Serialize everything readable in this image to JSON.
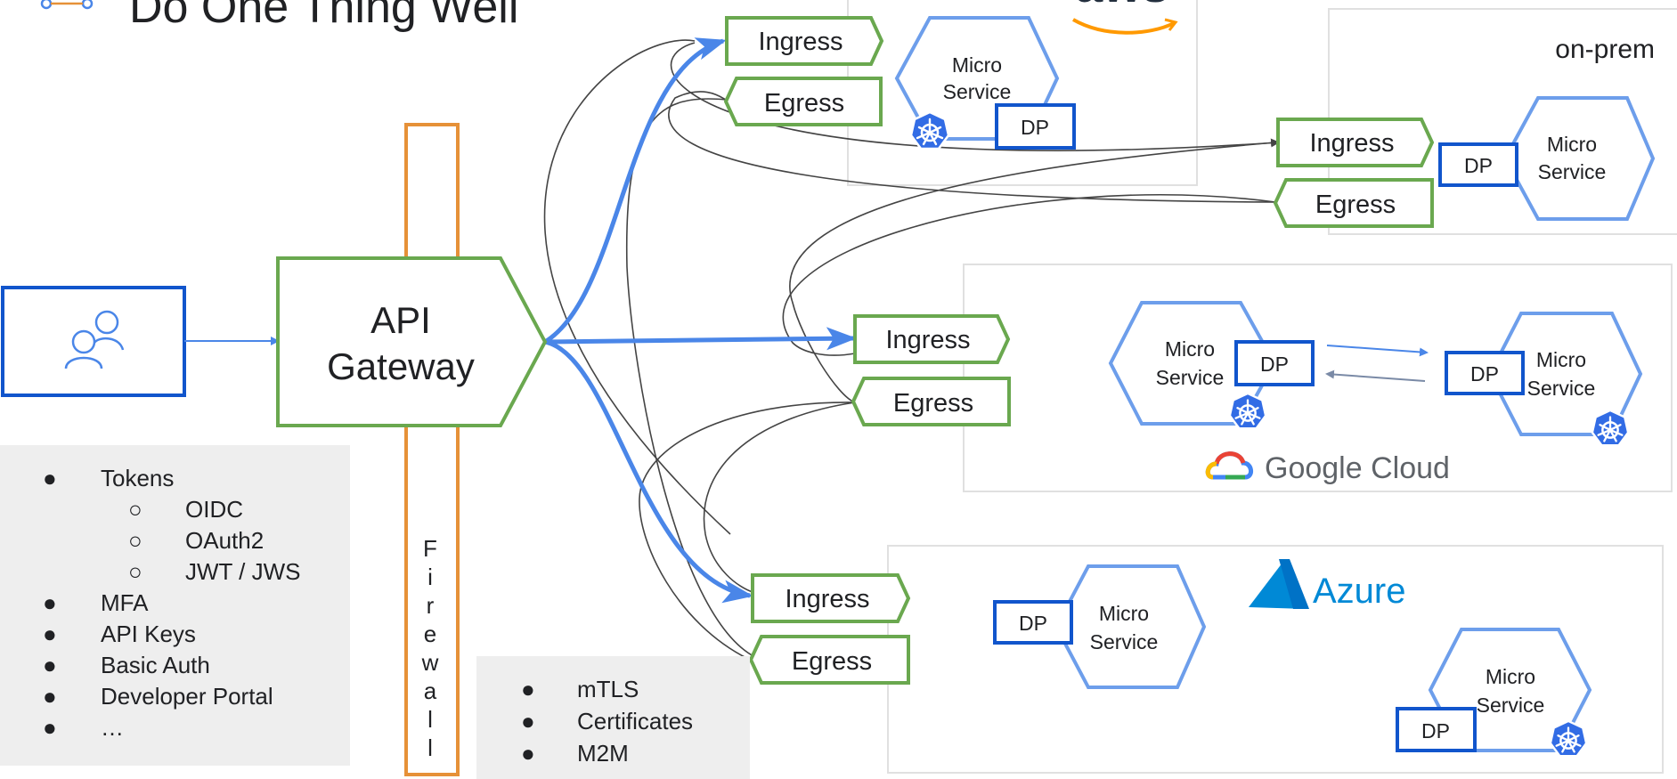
{
  "title": "Do One Thing Well",
  "gateway": {
    "line1": "API",
    "line2": "Gateway"
  },
  "firewall": {
    "letters": [
      "F",
      "i",
      "r",
      "e",
      "w",
      "a",
      "l",
      "l"
    ]
  },
  "auth_list": {
    "items": [
      {
        "text": "Tokens",
        "level": 0
      },
      {
        "text": "OIDC",
        "level": 1
      },
      {
        "text": "OAuth2",
        "level": 1
      },
      {
        "text": "JWT / JWS",
        "level": 1
      },
      {
        "text": "MFA",
        "level": 0
      },
      {
        "text": "API Keys",
        "level": 0
      },
      {
        "text": "Basic Auth",
        "level": 0
      },
      {
        "text": "Developer Portal",
        "level": 0
      },
      {
        "text": "…",
        "level": 0
      }
    ]
  },
  "m2m_list": {
    "items": [
      "mTLS",
      "Certificates",
      "M2M"
    ]
  },
  "labels": {
    "ingress": "Ingress",
    "egress": "Egress",
    "micro": "Micro",
    "service": "Service",
    "dp": "DP",
    "on_prem": "on-prem",
    "aws": "aws",
    "google_cloud": "Google Cloud",
    "azure": "Azure"
  },
  "colors": {
    "green": "#6aa84f",
    "hex_blue": "#6d9eeb",
    "dark_blue": "#1155cc",
    "arrow_blue": "#4a86e8",
    "orange": "#e69138",
    "k8s_blue": "#326ce5",
    "panel_gray": "#eeeeee",
    "aws_orange": "#ff9900"
  },
  "icons": [
    "users-icon",
    "kubernetes-icon",
    "google-cloud-icon",
    "azure-icon",
    "aws-logo-icon"
  ]
}
